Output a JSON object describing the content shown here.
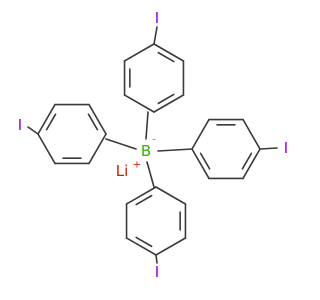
{
  "molecule": {
    "atoms": {
      "iodine": "I",
      "boron": "B",
      "lithium": "Li",
      "boron_charge": "-",
      "lithium_charge": "+"
    },
    "colors": {
      "iodine": "#9400d3",
      "boron": "#32b400",
      "lithium": "#cc2200",
      "bond": "#3a3a3a"
    }
  }
}
